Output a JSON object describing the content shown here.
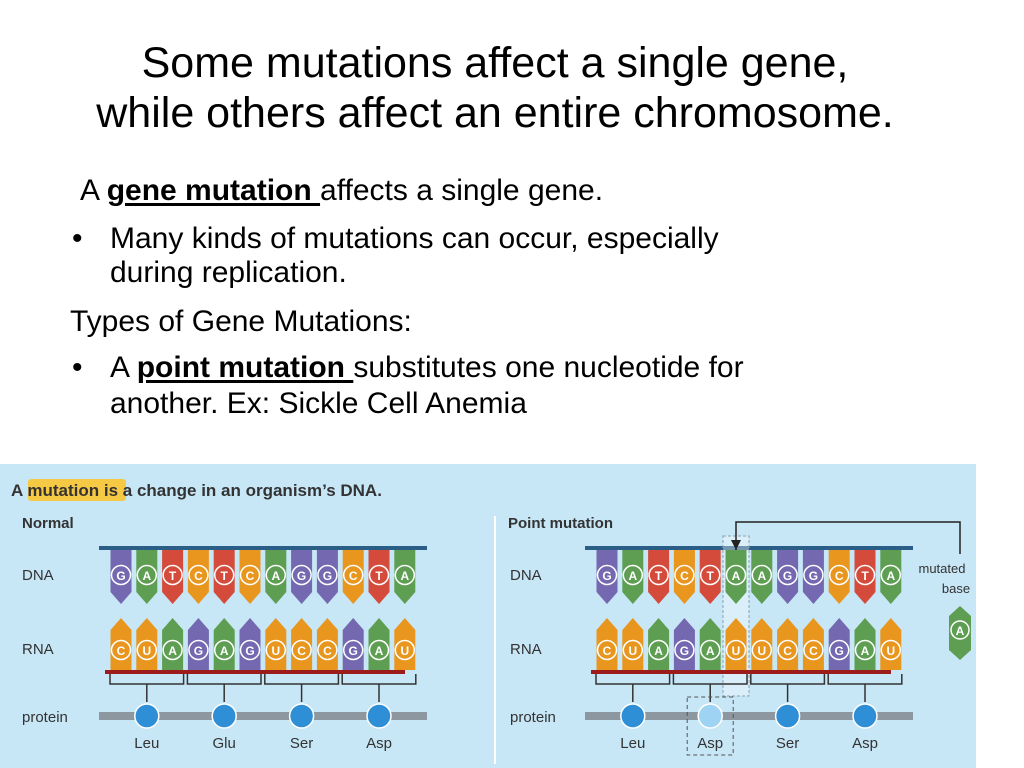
{
  "slide": {
    "title_line1": "Some mutations affect a single gene,",
    "title_line2": "while others affect an entire chromosome.",
    "intro_prefix": "A ",
    "intro_term": "gene mutation ",
    "intro_suffix": "affects a single gene.",
    "bullet1_line1": "Many kinds of mutations can occur, especially",
    "bullet1_line2": "during replication.",
    "types_heading": "Types of Gene Mutations:",
    "bullet2_prefix": "A ",
    "bullet2_term": "point mutation ",
    "bullet2_suffix": "substitutes one nucleotide for",
    "bullet2_line2": "another. Ex: Sickle Cell Anemia",
    "bullet_char": "•"
  },
  "figure": {
    "header_prefix": "A ",
    "header_highlight": "mutation",
    "header_suffix": " is a change in an organism’s DNA.",
    "normal_title": "Normal",
    "point_title": "Point mutation",
    "row_dna": "DNA",
    "row_rna": "RNA",
    "row_protein": "protein",
    "normal_dna": [
      "G",
      "A",
      "T",
      "C",
      "T",
      "C",
      "A",
      "G",
      "G",
      "C",
      "T",
      "A"
    ],
    "normal_rna": [
      "C",
      "U",
      "A",
      "G",
      "A",
      "G",
      "U",
      "C",
      "C",
      "G",
      "A",
      "U"
    ],
    "normal_protein": [
      "Leu",
      "Glu",
      "Ser",
      "Asp"
    ],
    "mutated_dna": [
      "G",
      "A",
      "T",
      "C",
      "T",
      "A",
      "A",
      "G",
      "G",
      "C",
      "T",
      "A"
    ],
    "mutated_rna": [
      "C",
      "U",
      "A",
      "G",
      "A",
      "U",
      "U",
      "C",
      "C",
      "G",
      "A",
      "U"
    ],
    "mutated_protein": [
      "Leu",
      "Asp",
      "Ser",
      "Asp"
    ],
    "mutated_index": 5,
    "mutated_label_line1": "mutated",
    "mutated_label_line2": "base",
    "mutated_base": "A",
    "colors": {
      "bg": "#c7e6f6",
      "G": "#7468b0",
      "A": "#5e9e52",
      "T": "#d44b3b",
      "C": "#e8961e",
      "U": "#e8961e",
      "protein": "#2f8fd6",
      "backbone": "#2a5e86",
      "rna_strand": "#9c1b1b",
      "highlight": "#f6c945"
    }
  }
}
